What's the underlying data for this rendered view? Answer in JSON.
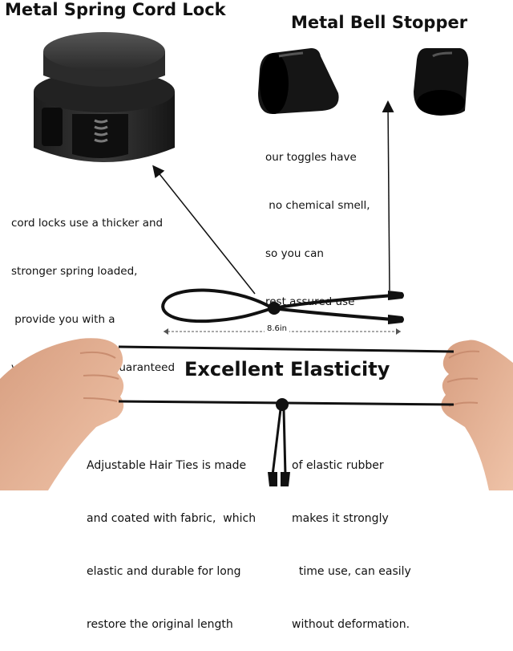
{
  "titles": {
    "cord_lock": "Metal Spring Cord Lock",
    "bell_stopper": "Metal Bell Stopper",
    "elasticity": "Excellent Elasticity"
  },
  "notes": {
    "toggles": [
      "our toggles have",
      " no chemical smell,",
      "so you can",
      "rest assured use"
    ],
    "cord_locks": [
      "cord locks use a thicker and",
      "stronger spring loaded,",
      " provide you with a",
      "very firm grip and guaranteed"
    ]
  },
  "measurement": "8.6in",
  "bottom_text": {
    "left": [
      "Adjustable Hair Ties is made",
      "and coated with fabric,  which",
      "elastic and durable for long",
      "restore the original length"
    ],
    "right": [
      "of elastic rubber",
      "makes it strongly",
      "  time use, can easily",
      "without deformation."
    ]
  },
  "colors": {
    "product": "#1a1a1a",
    "skin": "#e8b79c",
    "text": "#111111"
  }
}
